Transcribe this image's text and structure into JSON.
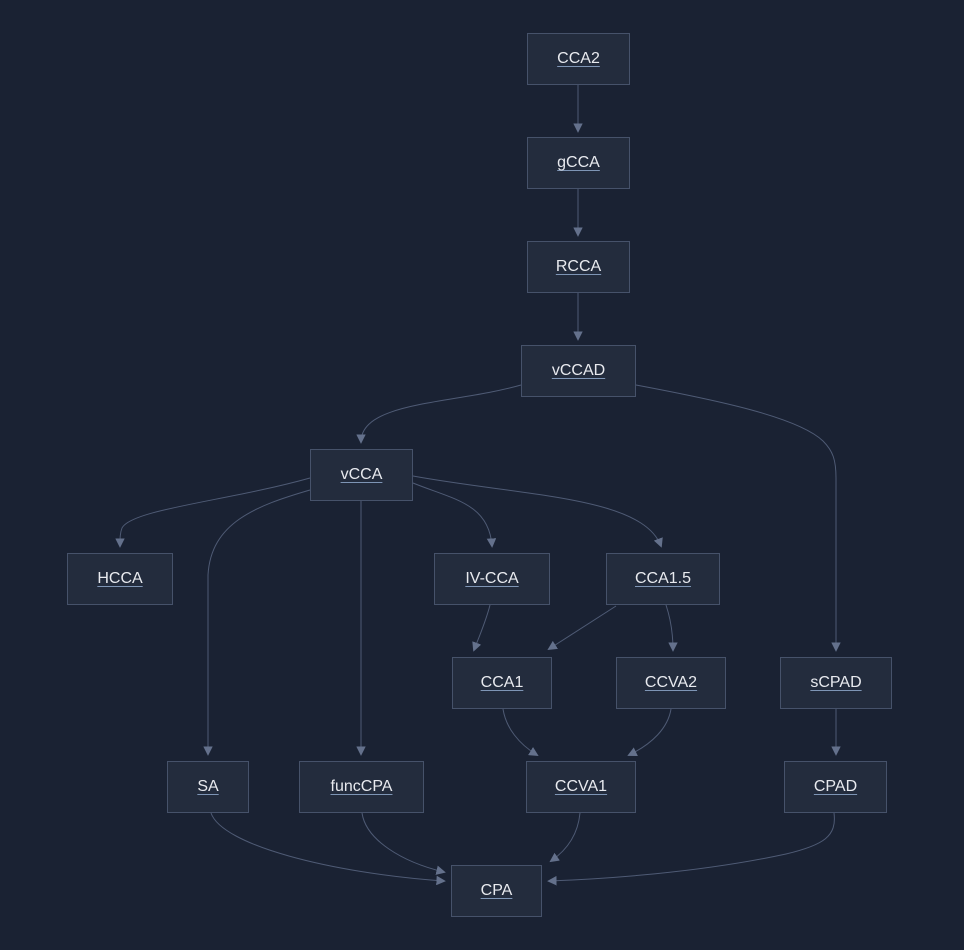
{
  "diagram": {
    "type": "flowchart",
    "direction": "top-down",
    "nodes": [
      {
        "id": "CCA2",
        "label": "CCA2"
      },
      {
        "id": "gCCA",
        "label": "gCCA"
      },
      {
        "id": "RCCA",
        "label": "RCCA"
      },
      {
        "id": "vCCAD",
        "label": "vCCAD"
      },
      {
        "id": "vCCA",
        "label": "vCCA"
      },
      {
        "id": "HCCA",
        "label": "HCCA"
      },
      {
        "id": "IV-CCA",
        "label": "IV-CCA"
      },
      {
        "id": "CCA1.5",
        "label": "CCA1.5"
      },
      {
        "id": "CCA1",
        "label": "CCA1"
      },
      {
        "id": "CCVA2",
        "label": "CCVA2"
      },
      {
        "id": "sCPAD",
        "label": "sCPAD"
      },
      {
        "id": "SA",
        "label": "SA"
      },
      {
        "id": "funcCPA",
        "label": "funcCPA"
      },
      {
        "id": "CCVA1",
        "label": "CCVA1"
      },
      {
        "id": "CPAD",
        "label": "CPAD"
      },
      {
        "id": "CPA",
        "label": "CPA"
      }
    ],
    "edges": [
      {
        "from": "CCA2",
        "to": "gCCA"
      },
      {
        "from": "gCCA",
        "to": "RCCA"
      },
      {
        "from": "RCCA",
        "to": "vCCAD"
      },
      {
        "from": "vCCAD",
        "to": "vCCA"
      },
      {
        "from": "vCCAD",
        "to": "sCPAD"
      },
      {
        "from": "vCCA",
        "to": "HCCA"
      },
      {
        "from": "vCCA",
        "to": "SA"
      },
      {
        "from": "vCCA",
        "to": "funcCPA"
      },
      {
        "from": "vCCA",
        "to": "IV-CCA"
      },
      {
        "from": "vCCA",
        "to": "CCA1.5"
      },
      {
        "from": "IV-CCA",
        "to": "CCA1"
      },
      {
        "from": "CCA1.5",
        "to": "CCA1"
      },
      {
        "from": "CCA1.5",
        "to": "CCVA2"
      },
      {
        "from": "CCA1",
        "to": "CCVA1"
      },
      {
        "from": "CCVA2",
        "to": "CCVA1"
      },
      {
        "from": "sCPAD",
        "to": "CPAD"
      },
      {
        "from": "SA",
        "to": "CPA"
      },
      {
        "from": "funcCPA",
        "to": "CPA"
      },
      {
        "from": "CCVA1",
        "to": "CPA"
      },
      {
        "from": "CPAD",
        "to": "CPA"
      }
    ]
  },
  "colors": {
    "background": "#1a2233",
    "node_fill": "#232c3d",
    "node_border": "#46526a",
    "edge": "#4f5b75",
    "arrowhead": "#64718c",
    "text": "#e8eaef",
    "underline": "#7e95b5"
  }
}
